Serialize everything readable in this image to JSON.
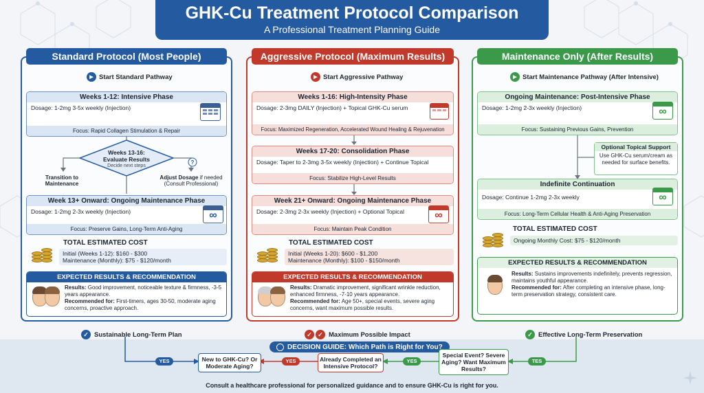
{
  "header": {
    "title": "GHK-Cu Treatment Protocol Comparison",
    "subtitle": "A Professional Treatment Planning Guide"
  },
  "colors": {
    "blue": "#245a9f",
    "red": "#c0392b",
    "green": "#3b9a4a"
  },
  "standard": {
    "tab": "Standard Protocol (Most People)",
    "start": "Start Standard Pathway",
    "phase1": {
      "title": "Weeks 1-12: Intensive Phase",
      "dosage": "Dosage: 1-2mg 3-5x weekly (Injection)",
      "focus": "Focus: Rapid Collagen Stimulation & Repair",
      "icon": "calendar-icon"
    },
    "decision": {
      "title": "Weeks 13-16:",
      "title2": "Evaluate Results",
      "sub": "Decide next steps",
      "left": "Transition to Maintenance",
      "right_bold": "Adjust Dosage",
      "right_rest": " if needed",
      "right_sub": "(Consult Professional)"
    },
    "phase2": {
      "title": "Week 13+ Onward: Ongoing Maintenance Phase",
      "dosage": "Dosage: 1-2mg 2-3x weekly (Injection)",
      "focus": "Focus: Preserve Gains, Long-Term Anti-Aging",
      "icon": "infinity-calendar-icon"
    },
    "cost": {
      "title": "TOTAL ESTIMATED COST",
      "line1": "Initial (Weeks 1-12): $160 - $300",
      "line2": "Maintenance (Monthly): $75 - $120/month"
    },
    "results": {
      "title": "EXPECTED RESULTS & RECOMMENDATION",
      "results_label": "Results:",
      "results_text": " Good improvement, noticeable texture & firmness, -3-5 years appearance.",
      "rec_label": "Recommended for:",
      "rec_text": " First-timers, ages 30-50, moderate aging concerns, proactive approach."
    },
    "footer": "Sustainable Long-Term Plan"
  },
  "aggressive": {
    "tab": "Aggressive Protocol (Maximum Results)",
    "start": "Start Aggressive Pathway",
    "phase1": {
      "title": "Weeks 1-16: High-Intensity Phase",
      "dosage": "Dosage: 2-3mg DAILY (Injection) + Topical GHK-Cu serum",
      "focus": "Focus: Maximized Regeneration, Accelerated Wound Healing & Rejuvenation",
      "icon": "calendar-syringe-icon"
    },
    "phase2": {
      "title": "Weeks 17-20: Consolidation Phase",
      "dosage": "Dosage: Taper to 2-3mg 3-5x weekly (Injection) + Continue Topical",
      "focus": "Focus: Stabilize High-Level Results"
    },
    "phase3": {
      "title": "Week 21+ Onward: Ongoing Maintenance Phase",
      "dosage": "Dosage: 2-3mg 2-3x weekly (Injection) + Optional Topical",
      "focus": "Focus: Maintain Peak Condition",
      "icon": "infinity-calendar-icon"
    },
    "cost": {
      "title": "TOTAL ESTIMATED COST",
      "line1": "Initial (Weeks 1-20): $600 - $1,200",
      "line2": "Maintenance (Monthly): $100 - $150/month"
    },
    "results": {
      "title": "EXPECTED RESULTS & RECOMMENDATION",
      "results_label": "Results:",
      "results_text": " Dramatic improvement, significant wrinkle reduction, enhanced firmness, -7-10 years appearance.",
      "rec_label": "Recommended for:",
      "rec_text": " Age 50+, special events, severe aging concerns, want maximum possible results."
    },
    "footer": "Maximum Possible Impact"
  },
  "maintenance": {
    "tab": "Maintenance Only (After Results)",
    "start": "Start Maintenance Pathway (After Intensive)",
    "phase1": {
      "title": "Ongoing Maintenance: Post-Intensive Phase",
      "dosage": "Dosage: 1-2mg 2-3x weekly (Injection)",
      "focus": "Focus: Sustaining Previous Gains, Prevention",
      "icon": "infinity-calendar-icon"
    },
    "topical": {
      "title": "Optional Topical Support",
      "text": "Use GHK-Cu serum/cream as needed for surface benefits."
    },
    "phase2": {
      "title": "Indefinite Continuation",
      "dosage": "Dosage: Continue 1-2mg 2-3x weekly",
      "focus": "Focus: Long-Term Cellular Health & Anti-Aging Preservation",
      "icon": "infinity-calendar-icon"
    },
    "cost": {
      "title": "TOTAL ESTIMATED COST",
      "line1": "Ongoing Monthly Cost: $75 - $120/month"
    },
    "results": {
      "title": "EXPECTED RESULTS & RECOMMENDATION",
      "results_label": "Results:",
      "results_text": " Sustains improvements indefinitely, prevents regression, maintains youthful appearance.",
      "rec_label": "Recommended for:",
      "rec_text": " After completing an intensive phase, long-term preservation strategy, consistent care."
    },
    "footer": "Effective Long-Term Preservation"
  },
  "decision_guide": {
    "title": "DECISION GUIDE: Which Path is Right for You?",
    "box_new": "New to GHK-Cu? Or Moderate Aging?",
    "box_completed": "Already Completed an Intensive Protocol?",
    "box_special": "Special Event? Severe Aging? Want Maximum Results?",
    "yes1": "YES",
    "yes2": "YES",
    "yes3": "YES",
    "yes4": "TES",
    "note": "Consult a healthcare professional for personalized guidance and to ensure GHK-Cu is right for you."
  }
}
